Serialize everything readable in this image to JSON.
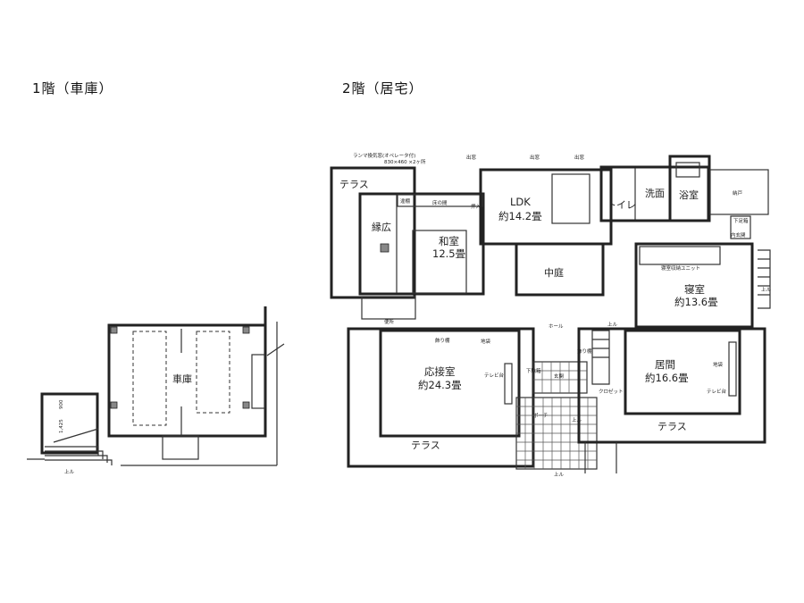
{
  "floors": {
    "first": {
      "title": "1階（車庫）",
      "rooms": {
        "garage": "車庫"
      },
      "dims": {
        "d1": "1,425",
        "d2": "900"
      },
      "up": "上ル"
    },
    "second": {
      "title": "2階（居宅）",
      "notes": {
        "transom": "ランマ換気窓(オペレータ付)",
        "transom_size": "830×460 ×2ヶ所"
      },
      "rooms": {
        "terrace_nw": "テラス",
        "engawa": "縁広",
        "washitsu": "和室",
        "washitsu_size": "12.5畳",
        "ldk": "LDK",
        "ldk_size": "約14.2畳",
        "courtyard": "中庭",
        "toilet": "トイレ",
        "washroom": "洗面",
        "bath": "浴室",
        "bedroom": "寝室",
        "bedroom_size": "約13.6畳",
        "hall": "ホール",
        "reception": "応接室",
        "reception_size": "約24.3畳",
        "living": "居間",
        "living_size": "約16.6畳",
        "terrace_s1": "テラス",
        "terrace_s2": "テラス"
      },
      "small": {
        "bay1": "出窓",
        "bay2": "出窓",
        "bay3": "出窓",
        "oshiire": "押入",
        "tokonoma": "床の間",
        "chigaidana": "違棚",
        "benjo": "便所",
        "storage": "納戸",
        "shoe_box_inner": "下足箱",
        "inner_entrance": "内玄関",
        "bedroom_storage": "寝室収納ユニット",
        "shelf1": "飾り棚",
        "shelf2": "飾り棚",
        "jibukuro1": "地袋",
        "jibukuro2": "地袋",
        "tv1": "テレビ台",
        "tv2": "テレビ台",
        "getabako": "下駄箱",
        "genkan": "玄関",
        "porch": "ポーチ",
        "closet": "クロゼット",
        "up1": "上ル",
        "up2": "上ル",
        "up3": "上ル",
        "up4": "上ル"
      }
    }
  }
}
